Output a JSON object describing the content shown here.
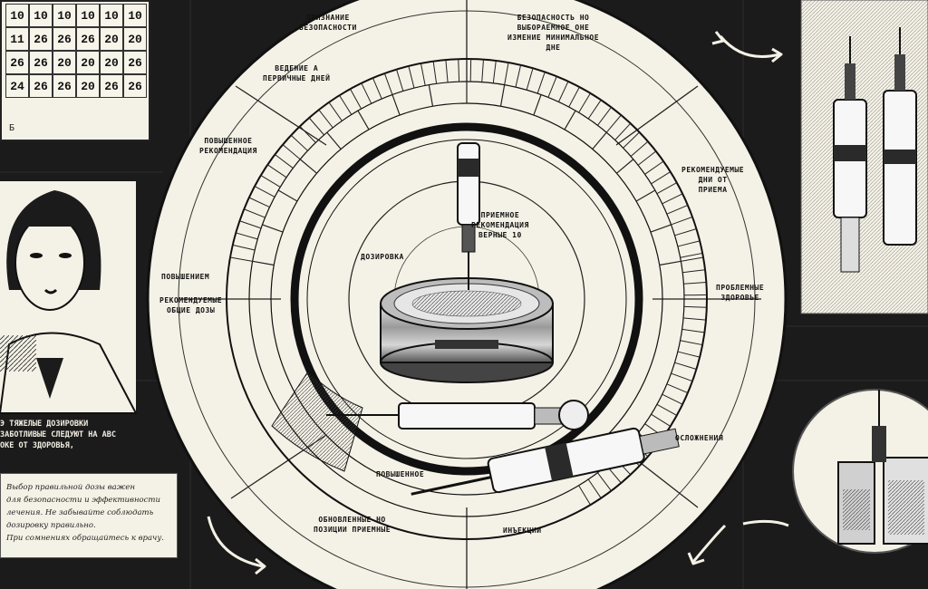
{
  "calendar": {
    "cells": [
      "10",
      "10",
      "10",
      "10",
      "10",
      "10",
      "11",
      "26",
      "26",
      "26",
      "20",
      "20",
      "26",
      "26",
      "20",
      "20",
      "20",
      "26",
      "24",
      "26",
      "26",
      "20",
      "26",
      "26"
    ],
    "footer": "Б"
  },
  "wheel_labels": [
    {
      "id": "top-left-1",
      "text": "ПРИЗНАНИЕ\nБЕЗОПАСНОСТИ"
    },
    {
      "id": "top-left-2",
      "text": "ВЕДЕНИЕ А\nПЕРВИЧНЫЕ ДНЕЙ"
    },
    {
      "id": "top-right",
      "text": "БЕЗОПАСНОСТЬ НО\nВЫБОРАЕМНОЕ ОНЕ\nИЗМЕНИЕ МИНИМАЛЬНОЕ\nДНЕ"
    },
    {
      "id": "left-upper",
      "text": "ПОВЫШЕННОЕ\nРЕКОМЕНДАЦИЯ"
    },
    {
      "id": "left-mid-1",
      "text": "ПОВЫШЕНИЕМ"
    },
    {
      "id": "left-mid-2",
      "text": "РЕКОМЕНДУЕМЫЕ\nОБЩИЕ ДОЗЫ"
    },
    {
      "id": "center-top",
      "text": "ПРИЕМНОЕ\nРЕКОМЕНДАЦИЯ\nВЕРНЫЕ 10"
    },
    {
      "id": "center-left",
      "text": "ДОЗИРОВКА"
    },
    {
      "id": "right-upper",
      "text": "РЕКОМЕНДУЕМЫЕ\nДНИ ОТ\nПРИЕМА"
    },
    {
      "id": "right-mid",
      "text": "ПРОБЛЕМНЫЕ\nЗДОРОВЬЕ"
    },
    {
      "id": "right-low",
      "text": "ОСЛОЖНЕНИЯ"
    },
    {
      "id": "bottom-left",
      "text": "ПОВЫШЕННОЕ"
    },
    {
      "id": "bottom-mid",
      "text": "ОБНОВЛЕННЫЕ НО\nПОЗИЦИИ ПРИЕМНЫЕ"
    },
    {
      "id": "bottom-right",
      "text": "ИНЪЕКЦИИ"
    }
  ],
  "caption": "Э ТЯЖЕЛЫЕ ДОЗИРОВКИ\nЗАБОТЛИВЫЕ СЛЕДУЮТ НА АВС\nОКЕ ОТ ЗДОРОВЬЯ,",
  "note": "Выбор правильной дозы важен\nдля безопасности и эффективности\nлечения. Не забывайте соблюдать\nдозировку правильно.\nПри сомнениях обращайтесь к врачу.",
  "colors": {
    "bg": "#1b1b1b",
    "paper": "#f4f1e6",
    "ink": "#111111"
  },
  "icons": [
    "calendar-icon",
    "woman-portrait-icon",
    "syringe-icon",
    "vial-icon",
    "arrow-icon"
  ]
}
